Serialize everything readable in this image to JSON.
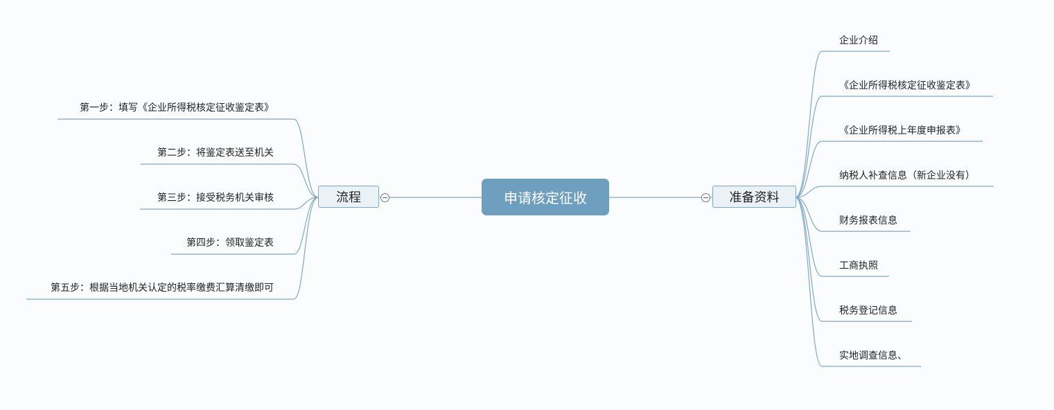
{
  "root": {
    "label": "申请核定征收"
  },
  "left_branch": {
    "label": "流程",
    "items": [
      "第一步：填写《企业所得税核定征收鉴定表》",
      "第二步：将鉴定表送至机关",
      "第三步：接受税务机关审核",
      "第四步：领取鉴定表",
      "第五步：根据当地机关认定的税率缴费汇算清缴即可"
    ]
  },
  "right_branch": {
    "label": "准备资料",
    "items": [
      "企业介绍",
      "《企业所得税核定征收鉴定表》",
      "《企业所得税上年度申报表》",
      "纳税人补查信息（新企业没有）",
      "财务报表信息",
      "工商执照",
      "税务登记信息",
      "实地调查信息、"
    ]
  },
  "colors": {
    "root_fill": "#6f9fbf",
    "branch_fill": "#ebf2f7",
    "connector": "#7fa6c2"
  }
}
